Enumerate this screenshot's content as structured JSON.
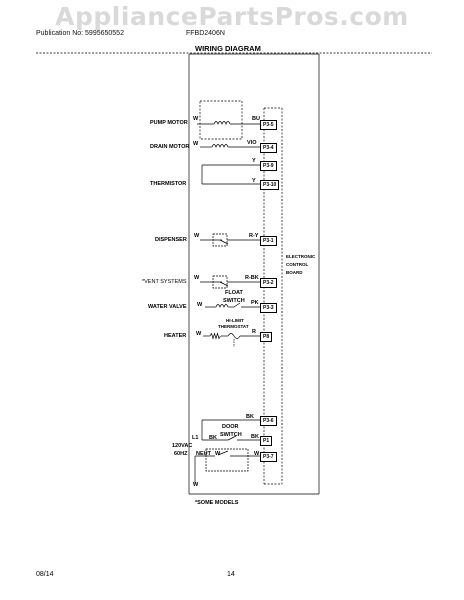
{
  "header": {
    "watermark": "AppliancePartsPros.com",
    "publication": "Publication No: 5995650552",
    "model": "FFBD2406N",
    "title": "WIRING DIAGRAM"
  },
  "components": {
    "pump_motor": "PUMP MOTOR",
    "drain_motor": "DRAIN MOTOR",
    "thermistor": "THERMISTOR",
    "dispenser": "DISPENSER",
    "vent_systems": "*VENT SYSTEMS",
    "water_valve": "WATER VALVE",
    "heater": "HEATER",
    "float_switch": [
      "FLOAT",
      "SWITCH"
    ],
    "hi_limit": [
      "HI-LIMIT",
      "THERMOSTAT"
    ],
    "door_switch": [
      "DOOR",
      "SWITCH"
    ],
    "supply": [
      "120VAC",
      "60HZ"
    ],
    "board": [
      "ELECTRONIC",
      "CONTROL",
      "BOARD"
    ],
    "note": "*SOME MODELS"
  },
  "wires": {
    "w": "W",
    "bu": "BU",
    "vio": "VIO",
    "y": "Y",
    "ry": "R-Y",
    "rbk": "R-BK",
    "pk": "PK",
    "r": "R",
    "bk": "BK",
    "l1": "L1",
    "neut": "NEUT"
  },
  "terminals": {
    "p35": "P3-5",
    "p34": "P3-4",
    "p39": "P3-9",
    "p310": "P3-10",
    "p31": "P3-1",
    "p32": "P3-2",
    "p33": "P3-3",
    "p8": "P8",
    "p36": "P3-6",
    "p1": "P1",
    "p37": "P3-7"
  },
  "footer": {
    "date": "08/14",
    "page": "14"
  }
}
